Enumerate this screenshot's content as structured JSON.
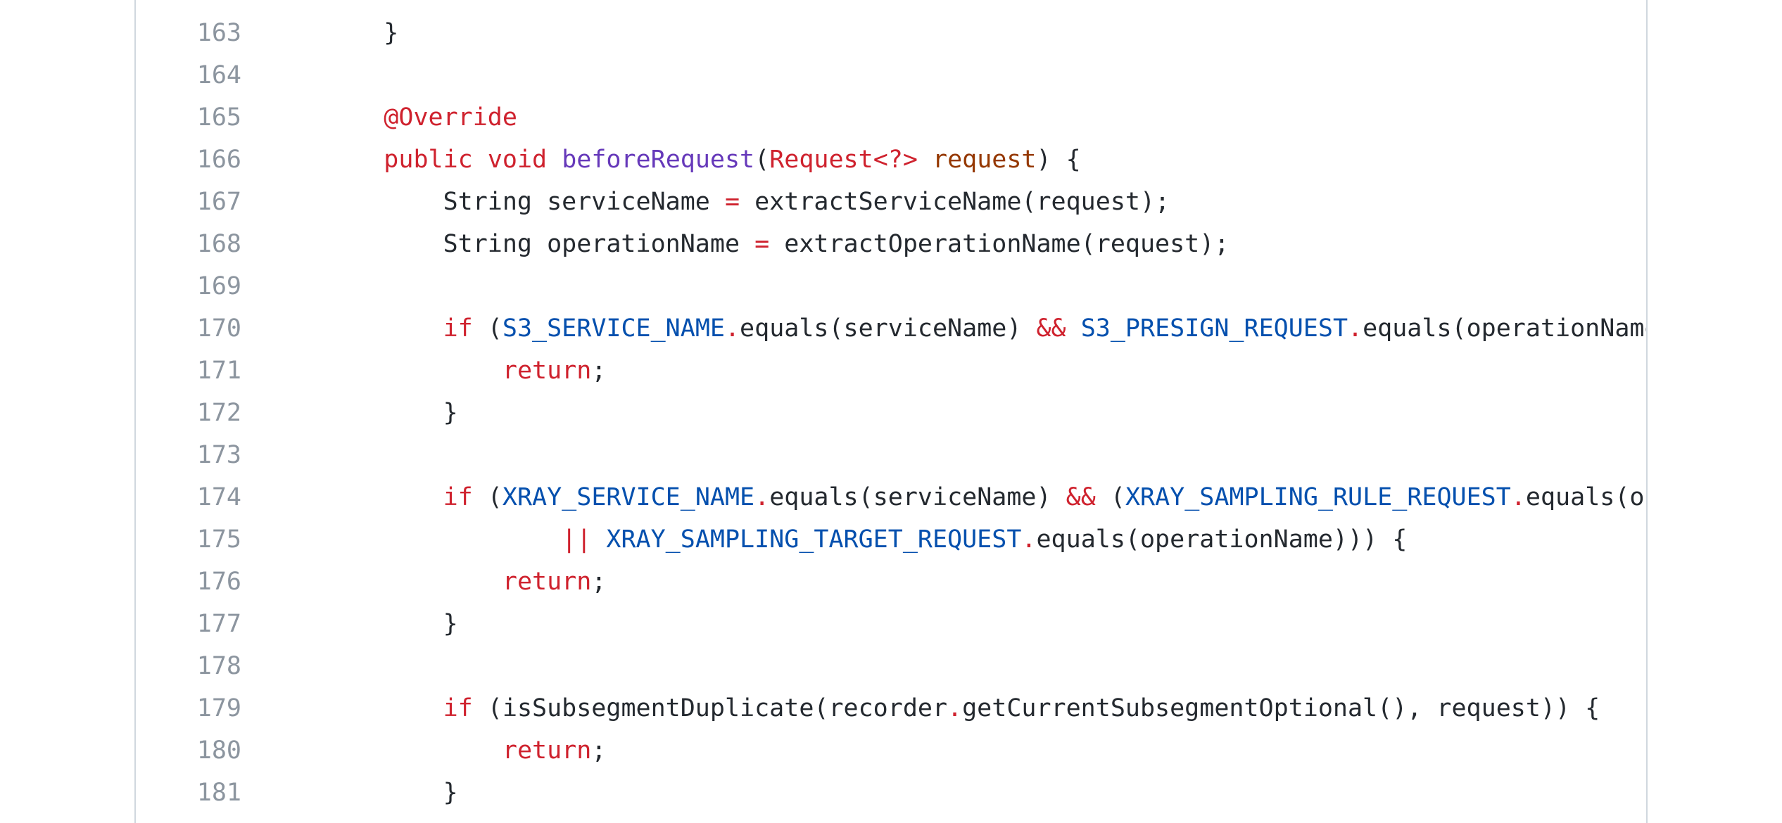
{
  "code_viewer": {
    "lines": [
      {
        "number": "163",
        "tokens": [
          {
            "t": "    }",
            "c": "punct"
          }
        ]
      },
      {
        "number": "164",
        "tokens": []
      },
      {
        "number": "165",
        "tokens": [
          {
            "t": "    ",
            "c": "punct"
          },
          {
            "t": "@Override",
            "c": "kw"
          }
        ]
      },
      {
        "number": "166",
        "tokens": [
          {
            "t": "    ",
            "c": "punct"
          },
          {
            "t": "public",
            "c": "kw"
          },
          {
            "t": " ",
            "c": "punct"
          },
          {
            "t": "void",
            "c": "kw"
          },
          {
            "t": " ",
            "c": "punct"
          },
          {
            "t": "beforeRequest",
            "c": "fn"
          },
          {
            "t": "(",
            "c": "punct"
          },
          {
            "t": "Request<?>",
            "c": "type"
          },
          {
            "t": " ",
            "c": "punct"
          },
          {
            "t": "request",
            "c": "param"
          },
          {
            "t": ") {",
            "c": "punct"
          }
        ]
      },
      {
        "number": "167",
        "tokens": [
          {
            "t": "        String serviceName ",
            "c": "punct"
          },
          {
            "t": "=",
            "c": "op"
          },
          {
            "t": " extractServiceName(request);",
            "c": "punct"
          }
        ]
      },
      {
        "number": "168",
        "tokens": [
          {
            "t": "        String operationName ",
            "c": "punct"
          },
          {
            "t": "=",
            "c": "op"
          },
          {
            "t": " extractOperationName(request);",
            "c": "punct"
          }
        ]
      },
      {
        "number": "169",
        "tokens": []
      },
      {
        "number": "170",
        "tokens": [
          {
            "t": "        ",
            "c": "punct"
          },
          {
            "t": "if",
            "c": "kw"
          },
          {
            "t": " (",
            "c": "punct"
          },
          {
            "t": "S3_SERVICE_NAME",
            "c": "const"
          },
          {
            "t": ".",
            "c": "op"
          },
          {
            "t": "equals(serviceName) ",
            "c": "punct"
          },
          {
            "t": "&&",
            "c": "op"
          },
          {
            "t": " ",
            "c": "punct"
          },
          {
            "t": "S3_PRESIGN_REQUEST",
            "c": "const"
          },
          {
            "t": ".",
            "c": "op"
          },
          {
            "t": "equals(operationName)",
            "c": "punct"
          }
        ]
      },
      {
        "number": "171",
        "tokens": [
          {
            "t": "            ",
            "c": "punct"
          },
          {
            "t": "return",
            "c": "kw"
          },
          {
            "t": ";",
            "c": "punct"
          }
        ]
      },
      {
        "number": "172",
        "tokens": [
          {
            "t": "        }",
            "c": "punct"
          }
        ]
      },
      {
        "number": "173",
        "tokens": []
      },
      {
        "number": "174",
        "tokens": [
          {
            "t": "        ",
            "c": "punct"
          },
          {
            "t": "if",
            "c": "kw"
          },
          {
            "t": " (",
            "c": "punct"
          },
          {
            "t": "XRAY_SERVICE_NAME",
            "c": "const"
          },
          {
            "t": ".",
            "c": "op"
          },
          {
            "t": "equals(serviceName) ",
            "c": "punct"
          },
          {
            "t": "&&",
            "c": "op"
          },
          {
            "t": " (",
            "c": "punct"
          },
          {
            "t": "XRAY_SAMPLING_RULE_REQUEST",
            "c": "const"
          },
          {
            "t": ".",
            "c": "op"
          },
          {
            "t": "equals(ope",
            "c": "punct"
          }
        ]
      },
      {
        "number": "175",
        "tokens": [
          {
            "t": "                ",
            "c": "punct"
          },
          {
            "t": "||",
            "c": "op"
          },
          {
            "t": " ",
            "c": "punct"
          },
          {
            "t": "XRAY_SAMPLING_TARGET_REQUEST",
            "c": "const"
          },
          {
            "t": ".",
            "c": "op"
          },
          {
            "t": "equals(operationName))) {",
            "c": "punct"
          }
        ]
      },
      {
        "number": "176",
        "tokens": [
          {
            "t": "            ",
            "c": "punct"
          },
          {
            "t": "return",
            "c": "kw"
          },
          {
            "t": ";",
            "c": "punct"
          }
        ]
      },
      {
        "number": "177",
        "tokens": [
          {
            "t": "        }",
            "c": "punct"
          }
        ]
      },
      {
        "number": "178",
        "tokens": []
      },
      {
        "number": "179",
        "tokens": [
          {
            "t": "        ",
            "c": "punct"
          },
          {
            "t": "if",
            "c": "kw"
          },
          {
            "t": " (isSubsegmentDuplicate(recorder",
            "c": "punct"
          },
          {
            "t": ".",
            "c": "op"
          },
          {
            "t": "getCurrentSubsegmentOptional(), request)) {",
            "c": "punct"
          }
        ]
      },
      {
        "number": "180",
        "tokens": [
          {
            "t": "            ",
            "c": "punct"
          },
          {
            "t": "return",
            "c": "kw"
          },
          {
            "t": ";",
            "c": "punct"
          }
        ]
      },
      {
        "number": "181",
        "tokens": [
          {
            "t": "        }",
            "c": "punct"
          }
        ]
      }
    ]
  }
}
